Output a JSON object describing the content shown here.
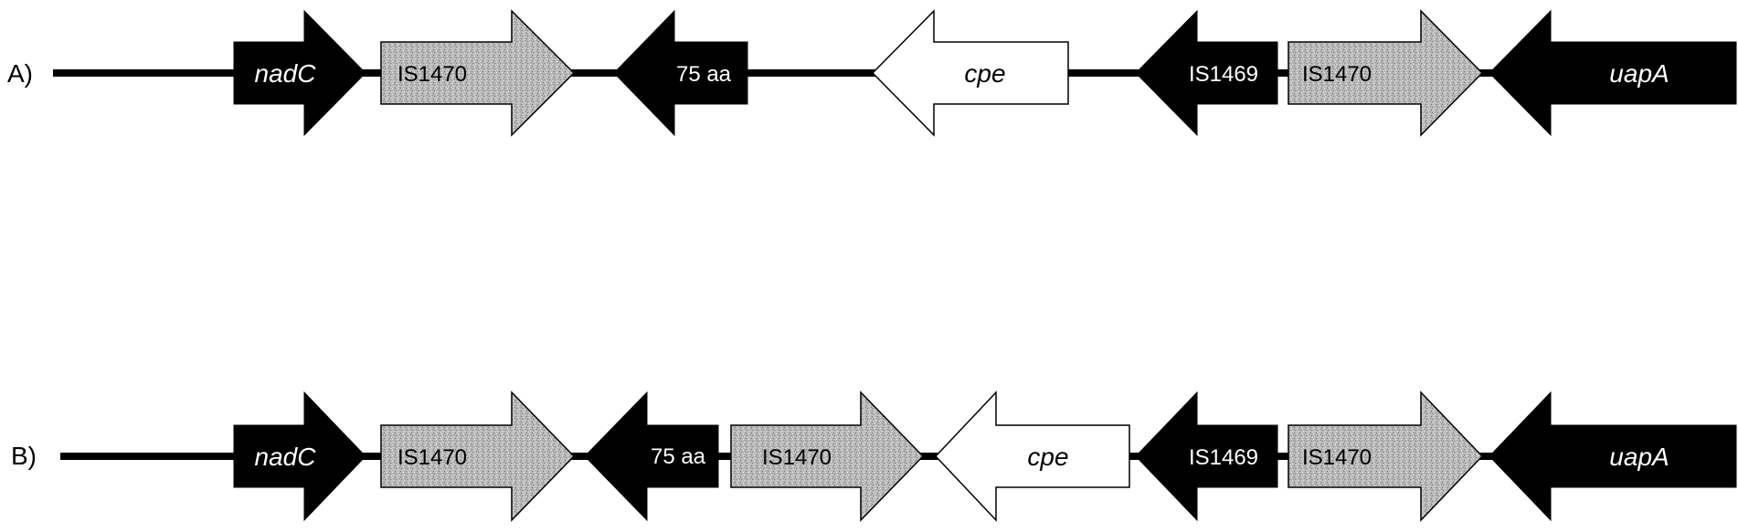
{
  "rows": [
    {
      "label": "A)",
      "elements": [
        {
          "name": "nadC",
          "italic": true,
          "style": "black",
          "direction": "right"
        },
        {
          "name": "IS1470",
          "italic": false,
          "style": "stipple",
          "direction": "right"
        },
        {
          "name": "75 aa",
          "italic": false,
          "style": "black",
          "direction": "left"
        },
        {
          "name": "cpe",
          "italic": true,
          "style": "white",
          "direction": "left"
        },
        {
          "name": "IS1469",
          "italic": false,
          "style": "black",
          "direction": "left"
        },
        {
          "name": "IS1470",
          "italic": false,
          "style": "stipple",
          "direction": "right"
        },
        {
          "name": "uapA",
          "italic": true,
          "style": "black",
          "direction": "left"
        }
      ]
    },
    {
      "label": "B)",
      "elements": [
        {
          "name": "nadC",
          "italic": true,
          "style": "black",
          "direction": "right"
        },
        {
          "name": "IS1470",
          "italic": false,
          "style": "stipple",
          "direction": "right"
        },
        {
          "name": "75 aa",
          "italic": false,
          "style": "black",
          "direction": "left"
        },
        {
          "name": "IS1470",
          "italic": false,
          "style": "stipple",
          "direction": "right"
        },
        {
          "name": "cpe",
          "italic": true,
          "style": "white",
          "direction": "left"
        },
        {
          "name": "IS1469",
          "italic": false,
          "style": "black",
          "direction": "left"
        },
        {
          "name": "IS1470",
          "italic": false,
          "style": "stipple",
          "direction": "right"
        },
        {
          "name": "uapA",
          "italic": true,
          "style": "black",
          "direction": "left"
        }
      ]
    }
  ],
  "colors": {
    "black_fill": "#000000",
    "stipple_fill": "#b3b3b3",
    "white_fill": "#ffffff",
    "outline": "#000000",
    "backbone": "#000000"
  }
}
